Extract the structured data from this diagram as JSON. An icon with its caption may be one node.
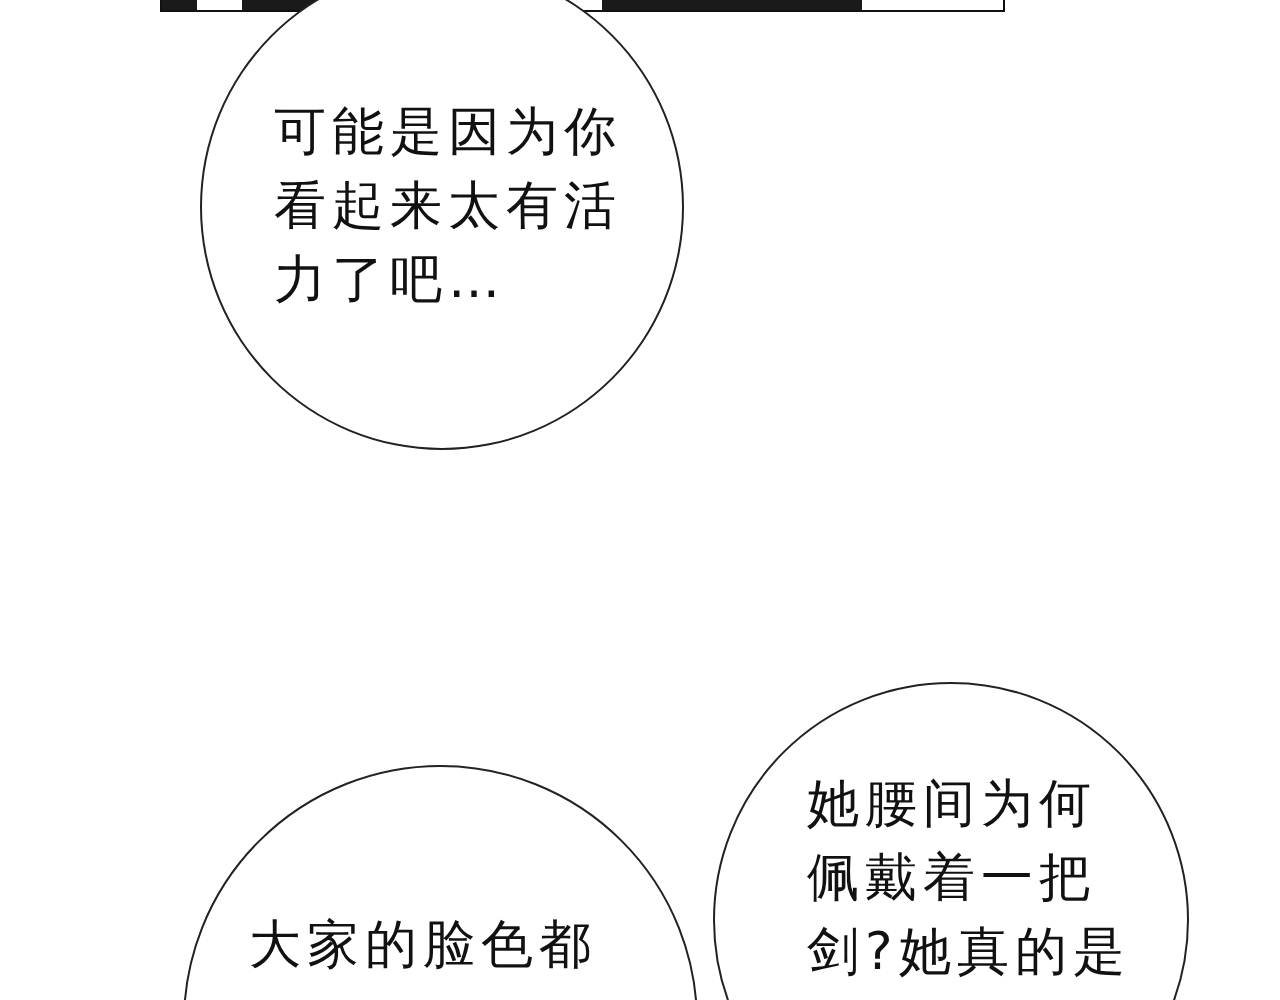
{
  "diagram": {
    "nodes": [
      {
        "text": [
          "可能是因为你看起来太有活力了吧…"
        ]
      },
      {
        "text": [
          "她腰间为何佩戴着一把剑?她真的是"
        ]
      },
      {
        "text": [
          "大家的脸色都"
        ]
      }
    ]
  }
}
